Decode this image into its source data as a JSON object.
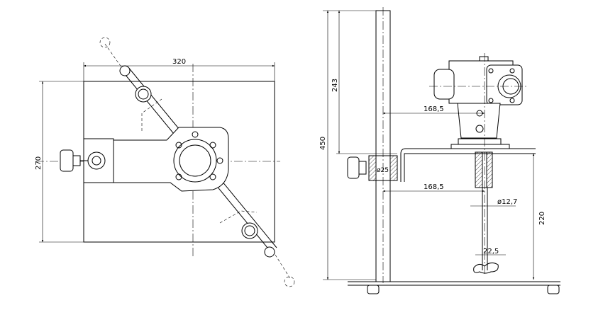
{
  "top_view": {
    "width_dim": "320",
    "height_dim": "270"
  },
  "side_view": {
    "total_height_dim": "450",
    "clamp_height_dim": "243",
    "motor_offset_dim": "168,5",
    "shaft_offset_dim": "168,5",
    "pole_diameter_dim": "ø25",
    "shaft_diameter_dim": "ø12,7",
    "shaft_length_dim": "220",
    "propeller_dim": "22,5"
  }
}
